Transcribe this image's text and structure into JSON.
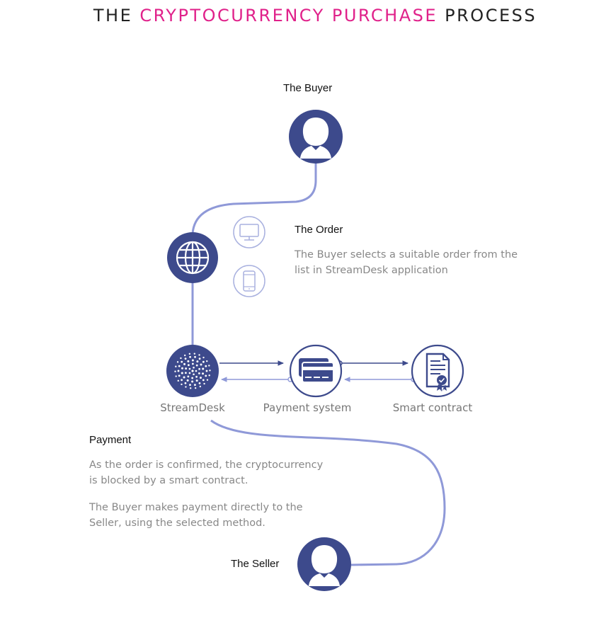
{
  "title": {
    "part1": "THE ",
    "accent": "CRYPTOCURRENCY PURCHASE",
    "part2": " PROCESS"
  },
  "colors": {
    "node": "#3d4a8c",
    "connector": "#8f99d8",
    "accent": "#e0218a"
  },
  "buyer": {
    "label": "The Buyer",
    "icon": "person-icon"
  },
  "order": {
    "label": "The Order",
    "description": "The Buyer selects a suitable order from the list in StreamDesk application",
    "icons": [
      "globe-icon",
      "monitor-icon",
      "smartphone-icon"
    ]
  },
  "nodes": {
    "streamdesk": "StreamDesk",
    "payment_system": "Payment system",
    "smart_contract": "Smart contract"
  },
  "payment": {
    "label": "Payment",
    "paragraph1": "As the order is confirmed, the cryptocurrency is blocked by a smart contract.",
    "paragraph2": "The Buyer makes payment directly to the Seller, using the selected method."
  },
  "seller": {
    "label": "The Seller",
    "icon": "person-icon"
  }
}
